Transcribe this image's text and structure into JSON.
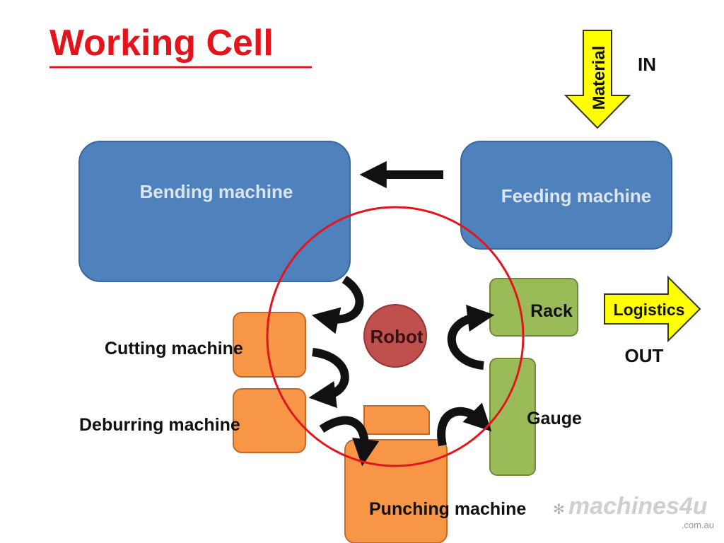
{
  "title": "Working Cell",
  "material_label": "Material",
  "in_label": "IN",
  "out_label": "OUT",
  "logistics_label": "Logistics",
  "machines": {
    "bending": "Bending machine",
    "feeding": "Feeding machine",
    "cutting": "Cutting machine",
    "deburring": "Deburring machine",
    "punching": "Punching machine",
    "rack": "Rack",
    "gauge": "Gauge",
    "robot": "Robot"
  },
  "watermark": {
    "brand": "machines4u",
    "domain": ".com.au"
  },
  "colors": {
    "title": "#e3141b",
    "blue": "#4f81bd",
    "orange": "#f79646",
    "green": "#9bbb59",
    "robot": "#c0504d",
    "yellow": "#ffff00",
    "circle": "#e3141b"
  }
}
